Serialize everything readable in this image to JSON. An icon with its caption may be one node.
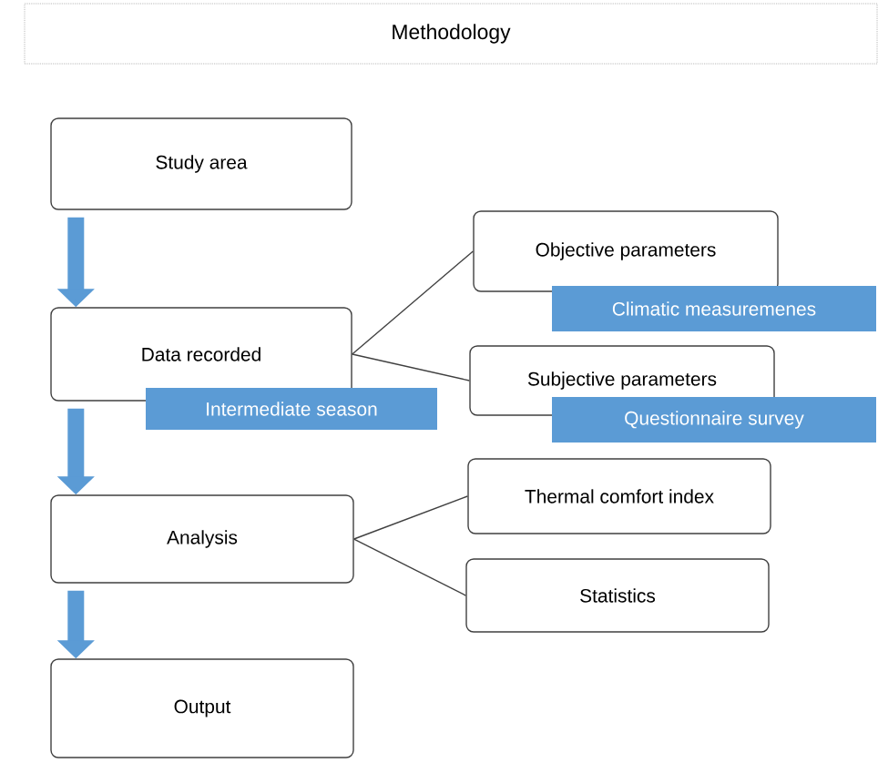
{
  "diagram": {
    "title": "Methodology",
    "nodes": [
      {
        "text": [
          "Study area"
        ]
      },
      {
        "text": [
          "Data recorded"
        ]
      },
      {
        "text": [
          "Intermediate season"
        ]
      },
      {
        "text": [
          "Objective parameters"
        ]
      },
      {
        "text": [
          "Climatic measuremenes"
        ]
      },
      {
        "text": [
          "Subjective parameters"
        ]
      },
      {
        "text": [
          "Questionnaire survey"
        ]
      },
      {
        "text": [
          "Analysis"
        ]
      },
      {
        "text": [
          "Thermal comfort index"
        ]
      },
      {
        "text": [
          "Statistics"
        ]
      },
      {
        "text": [
          "Output"
        ]
      }
    ],
    "edges": [
      {
        "from": 0,
        "to": 1,
        "arrow": "to",
        "style": "thick",
        "color": "#5b9bd5"
      },
      {
        "from": 1,
        "to": 7,
        "arrow": "to",
        "style": "thick",
        "color": "#5b9bd5"
      },
      {
        "from": 7,
        "to": 10,
        "arrow": "to",
        "style": "thick",
        "color": "#5b9bd5"
      },
      {
        "from": 1,
        "to": 3,
        "arrow": "none"
      },
      {
        "from": 1,
        "to": 5,
        "arrow": "none"
      },
      {
        "from": 7,
        "to": 8,
        "arrow": "none"
      },
      {
        "from": 7,
        "to": 9,
        "arrow": "none"
      }
    ]
  }
}
